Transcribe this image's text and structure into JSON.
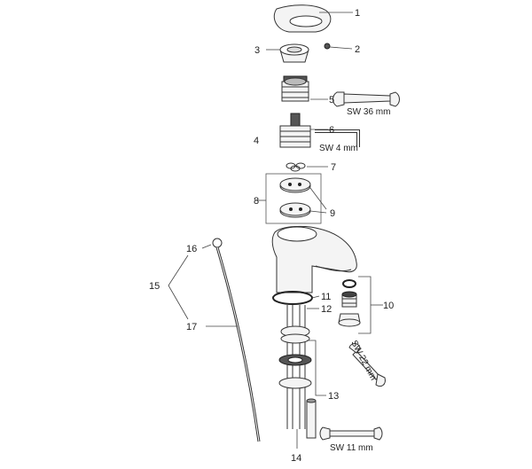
{
  "callouts": {
    "c1": "1",
    "c2": "2",
    "c3": "3",
    "c4": "4",
    "c5": "5",
    "c6": "6",
    "c7": "7",
    "c8": "8",
    "c9": "9",
    "c10": "10",
    "c11": "11",
    "c12": "12",
    "c13": "13",
    "c14": "14",
    "c15": "15",
    "c16": "16",
    "c17": "17"
  },
  "tools": {
    "wrench_36": "SW 36 mm",
    "hex_key_4": "SW 4 mm",
    "wrench_22": "SW 22 mm",
    "wrench_11": "SW 11 mm"
  }
}
